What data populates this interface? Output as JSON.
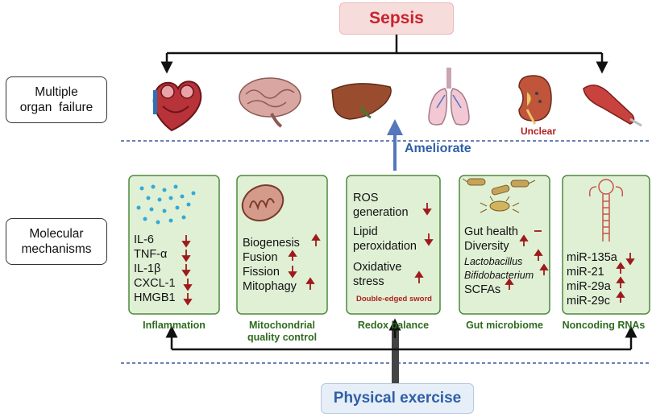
{
  "top_box": {
    "label": "Sepsis"
  },
  "bottom_box": {
    "label": "Physical exercise"
  },
  "side_labels": {
    "organ_failure": [
      "Multiple",
      "organ  failure"
    ],
    "molecular": [
      "Molecular",
      "mechanisms"
    ]
  },
  "organs": [
    "heart",
    "brain",
    "liver",
    "lungs",
    "kidney",
    "muscle"
  ],
  "kidney_note": "Unclear",
  "ameliorate": "Ameliorate",
  "colors": {
    "sepsis": "#c8232b",
    "exercise": "#2f5fa6",
    "box_fill": "#e0f0d5",
    "box_border": "#4c8a3c",
    "arrow": "#9e1b1b"
  },
  "mechanisms": {
    "inflammation": {
      "label": "Inflammation",
      "items": [
        {
          "text": "IL-6",
          "dir": "down"
        },
        {
          "text": "TNF-α",
          "dir": "down"
        },
        {
          "text": "IL-1β",
          "dir": "down"
        },
        {
          "text": "CXCL-1",
          "dir": "down"
        },
        {
          "text": "HMGB1",
          "dir": "down"
        }
      ]
    },
    "mitochondrial": {
      "label": [
        "Mitochondrial",
        "quality control"
      ],
      "items": [
        {
          "text": "Biogenesis",
          "dir": "up"
        },
        {
          "text": "Fusion",
          "dir": "up"
        },
        {
          "text": "Fission",
          "dir": "down"
        },
        {
          "text": "Mitophagy",
          "dir": "up"
        }
      ]
    },
    "redox": {
      "label": "Redox balance",
      "items": [
        {
          "text": [
            "ROS",
            "generation"
          ],
          "dir": "down"
        },
        {
          "text": [
            "Lipid",
            "peroxidation"
          ],
          "dir": "down"
        },
        {
          "text": [
            "Oxidative",
            "stress"
          ],
          "dir": "up"
        }
      ],
      "note": "Double-edged sword"
    },
    "gut": {
      "label": "Gut microbiome",
      "items": [
        {
          "text": "Gut health",
          "dir": "none"
        },
        {
          "text": "Diversity",
          "dir": "up"
        },
        {
          "text": "Lactobacillus",
          "dir": "up"
        },
        {
          "text": "Bifidobacterium",
          "dir": "up"
        },
        {
          "text": "SCFAs",
          "dir": "up"
        }
      ]
    },
    "noncoding": {
      "label": "Noncoding RNAs",
      "items": [
        {
          "text": "miR-135a",
          "dir": "down"
        },
        {
          "text": "miR-21",
          "dir": "up"
        },
        {
          "text": "miR-29a",
          "dir": "up"
        },
        {
          "text": "miR-29c",
          "dir": "up"
        }
      ]
    }
  }
}
